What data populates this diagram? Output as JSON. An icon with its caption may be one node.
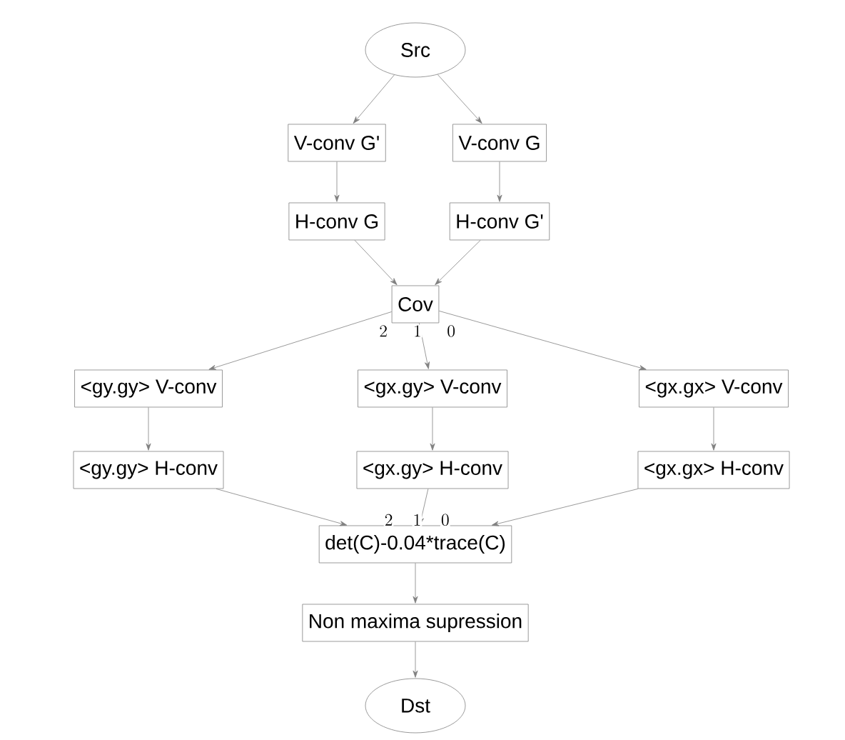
{
  "diagram": {
    "nodes": [
      {
        "text": [
          "Src"
        ]
      },
      {
        "text": [
          "V-conv G'"
        ]
      },
      {
        "text": [
          "V-conv G"
        ]
      },
      {
        "text": [
          "H-conv G"
        ]
      },
      {
        "text": [
          "H-conv G'"
        ]
      },
      {
        "text": [
          "Cov"
        ]
      },
      {
        "text": [
          "<gy.gy> V-conv"
        ]
      },
      {
        "text": [
          "<gx.gy> V-conv"
        ]
      },
      {
        "text": [
          "<gx.gx> V-conv"
        ]
      },
      {
        "text": [
          "<gy.gy> H-conv"
        ]
      },
      {
        "text": [
          "<gx.gy> H-conv"
        ]
      },
      {
        "text": [
          "<gx.gx> H-conv"
        ]
      },
      {
        "text": [
          "det(C)-0.04*trace(C)"
        ]
      },
      {
        "text": [
          "Non maxima supression"
        ]
      },
      {
        "text": [
          "Dst"
        ]
      }
    ],
    "edges": [
      {
        "from": 0,
        "to": 1,
        "arrow": "to"
      },
      {
        "from": 0,
        "to": 2,
        "arrow": "to"
      },
      {
        "from": 1,
        "to": 3,
        "arrow": "to"
      },
      {
        "from": 2,
        "to": 4,
        "arrow": "to"
      },
      {
        "from": 3,
        "to": 5,
        "arrow": "to"
      },
      {
        "from": 4,
        "to": 5,
        "arrow": "to"
      },
      {
        "from": 5,
        "to": 6,
        "arrow": "to",
        "label": "2"
      },
      {
        "from": 5,
        "to": 7,
        "arrow": "to",
        "label": "1"
      },
      {
        "from": 5,
        "to": 8,
        "arrow": "to",
        "label": "0"
      },
      {
        "from": 6,
        "to": 9,
        "arrow": "to"
      },
      {
        "from": 7,
        "to": 10,
        "arrow": "to"
      },
      {
        "from": 8,
        "to": 11,
        "arrow": "to"
      },
      {
        "from": 9,
        "to": 12,
        "arrow": "to",
        "label": "2"
      },
      {
        "from": 10,
        "to": 12,
        "arrow": "to",
        "label": "1"
      },
      {
        "from": 11,
        "to": 12,
        "arrow": "to",
        "label": "0"
      },
      {
        "from": 12,
        "to": 13,
        "arrow": "to"
      },
      {
        "from": 13,
        "to": 14,
        "arrow": "to"
      }
    ]
  }
}
